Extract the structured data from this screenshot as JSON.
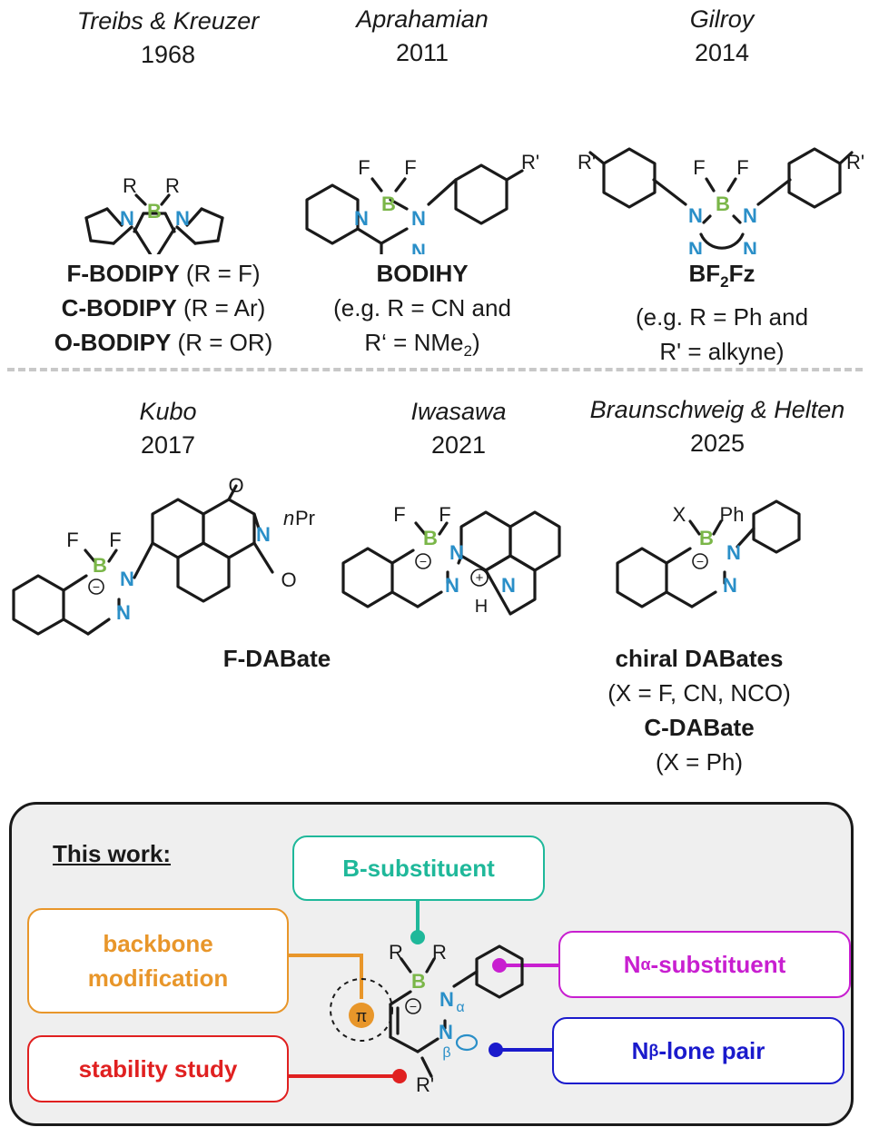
{
  "top_row": [
    {
      "author": "Treibs & Kreuzer",
      "year": "1968",
      "lines": [
        {
          "bold": "F-BODIPY",
          "rest": " (R = F)"
        },
        {
          "bold": "C-BODIPY",
          "rest": " (R = Ar)"
        },
        {
          "bold": "O-BODIPY",
          "rest": " (R = OR)"
        }
      ]
    },
    {
      "author": "Aprahamian",
      "year": "2011",
      "name": "BODIHY",
      "note1": "(e.g. R = CN and",
      "note2": "R‘ = NMe",
      "note2_sub": "2",
      "note2_end": ")"
    },
    {
      "author": "Gilroy",
      "year": "2014",
      "name": "BF",
      "name_sub": "2",
      "name_end": "Fz",
      "note1": "(e.g. R = Ph and",
      "note2": "R' = alkyne)"
    }
  ],
  "bottom_row": [
    {
      "author": "Kubo",
      "year": "2017",
      "name": "F-DABate"
    },
    {
      "author": "Iwasawa",
      "year": "2021"
    },
    {
      "author": "Braunschweig & Helten",
      "year": "2025",
      "name1": "chiral DABates",
      "note1": "(X = F, CN, NCO)",
      "name2": "C-DABate",
      "note2": "(X = Ph)"
    }
  ],
  "panel": {
    "title": "This work:",
    "b_substituent": "B-substituent",
    "backbone_1": "backbone",
    "backbone_2": "modification",
    "stability": "stability study",
    "n_alpha_main": "N",
    "n_alpha_sub": "α",
    "n_alpha_rest": "-substituent",
    "n_beta_main": "N",
    "n_beta_sub": "β",
    "n_beta_rest": "-lone pair"
  },
  "atoms": {
    "B": "B",
    "N": "N",
    "F": "F",
    "R": "R",
    "Rp": "R'",
    "Rpp": "R'",
    "X": "X",
    "Ph": "Ph",
    "O": "O",
    "nPr_n": "n",
    "nPr_rest": "Pr",
    "H": "H",
    "pi": "π",
    "alpha": "α",
    "beta": "β",
    "minus": "−",
    "plus": "+"
  },
  "colors": {
    "boron": "#7ab648",
    "nitrogen": "#2a8fc8",
    "teal": "#1fb89a",
    "orange": "#e8962a",
    "magenta": "#c81fd0",
    "red": "#e02020",
    "blue": "#1a1acc"
  }
}
